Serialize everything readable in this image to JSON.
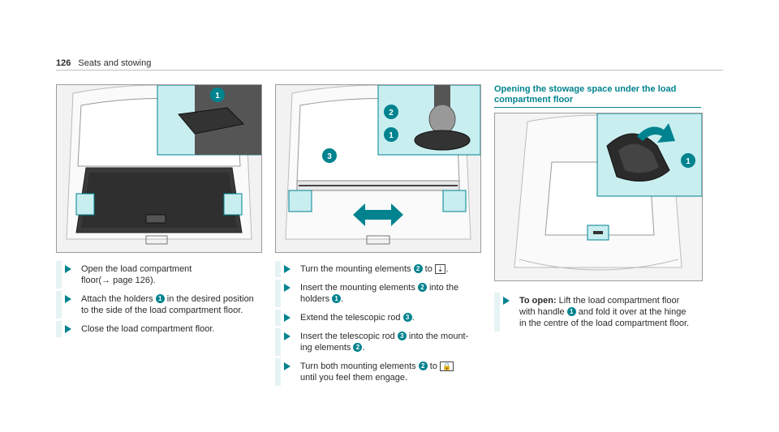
{
  "header": {
    "page_number": "126",
    "section": "Seats and stowing"
  },
  "colors": {
    "accent": "#00838f",
    "callout_bg": "#c9eef0"
  },
  "figures": [
    {
      "name": "holders-figure",
      "callouts": [
        "1"
      ]
    },
    {
      "name": "telescopic-rod-figure",
      "callouts": [
        "2",
        "1",
        "3"
      ]
    },
    {
      "name": "stowage-space-figure",
      "callouts": [
        "1"
      ]
    }
  ],
  "col1": {
    "s1": {
      "a": "Open the load compartment",
      "b": "floor(",
      "c": "→",
      "d": " page 126)."
    },
    "s2": {
      "a": "Attach the holders ",
      "n": "1",
      "b": " in the desired position",
      "c": "to the side of the load compartment floor."
    },
    "s3": {
      "a": "Close the load compartment floor."
    }
  },
  "col2": {
    "s1": {
      "a": "Turn the mounting elements ",
      "n": "2",
      "b": " to ",
      "sym": "⇣",
      "c": "."
    },
    "s2": {
      "a": "Insert the mounting elements ",
      "n": "2",
      "b": " into the",
      "c": "holders ",
      "n2": "1",
      "d": "."
    },
    "s3": {
      "a": "Extend the telescopic rod ",
      "n": "3",
      "b": "."
    },
    "s4": {
      "a": "Insert the telescopic rod ",
      "n": "3",
      "b": " into the mount-",
      "c": "ing elements ",
      "n2": "2",
      "d": "."
    },
    "s5": {
      "a": "Turn both mounting elements ",
      "n": "2",
      "b": " to ",
      "sym": "🔒",
      "c": "until you feel them engage."
    }
  },
  "col3": {
    "title_line1": "Opening the stowage space under the load",
    "title_line2": "compartment floor",
    "s1": {
      "label": "To open:",
      "a": " Lift the load compartment floor",
      "b": "with handle ",
      "n": "1",
      "c": " and fold it over at the hinge",
      "d": "in the centre of the load compartment floor."
    }
  }
}
